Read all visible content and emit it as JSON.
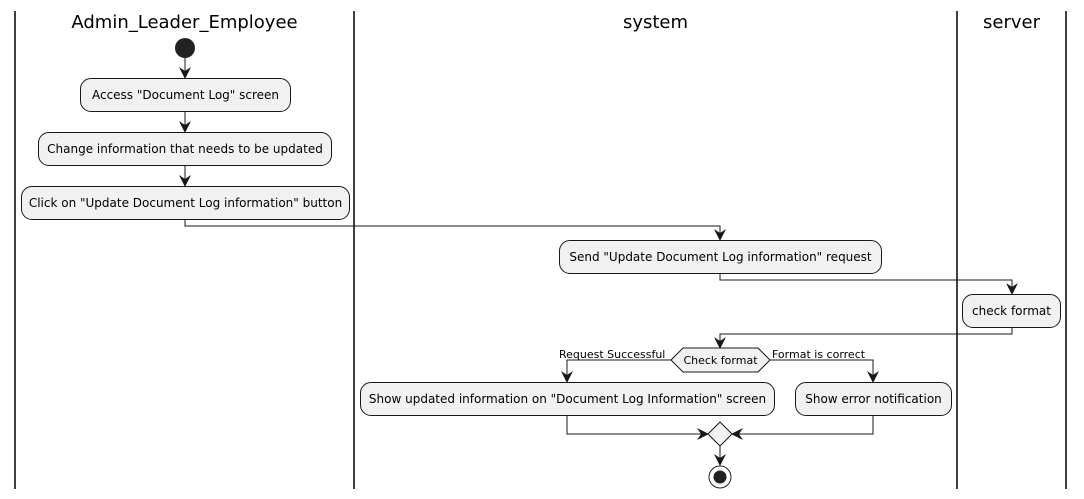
{
  "lanes": [
    {
      "title": "Admin_Leader_Employee"
    },
    {
      "title": "system"
    },
    {
      "title": "server"
    }
  ],
  "actions": {
    "access": "Access \"Document Log\" screen",
    "change": "Change information that needs to be updated",
    "click": "Click on \"Update Document Log information\" button",
    "send": "Send \"Update Document Log information\" request",
    "check": "check format",
    "show_updated": "Show updated information on \"Document Log Information\" screen",
    "show_error": "Show error notification"
  },
  "decision": {
    "label": "Check format",
    "left_guard": "Request Successful",
    "right_guard": "Format is correct"
  },
  "colors": {
    "node_fill": "#f1f1f1",
    "line": "#181818",
    "start_end": "#222222"
  }
}
